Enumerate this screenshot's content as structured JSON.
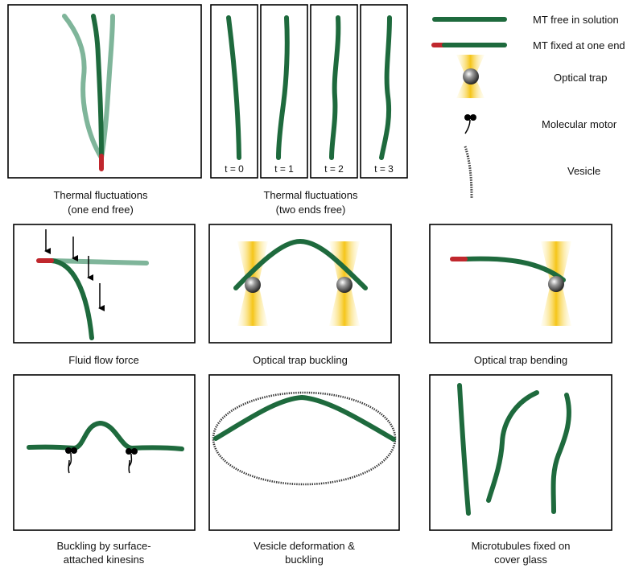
{
  "legend": {
    "mt_free": "MT free in solution",
    "mt_fixed": "MT fixed at one end",
    "optical_trap": "Optical trap",
    "molecular_motor": "Molecular motor",
    "vesicle": "Vesicle"
  },
  "panels": {
    "thermal_one_end": {
      "caption_line1": "Thermal fluctuations",
      "caption_line2": "(one end free)"
    },
    "thermal_two_ends": {
      "caption_line1": "Thermal fluctuations",
      "caption_line2": "(two ends free)",
      "time_labels": [
        "t = 0",
        "t = 1",
        "t = 2",
        "t = 3"
      ]
    },
    "fluid_flow": {
      "caption_line1": "Fluid flow force"
    },
    "trap_buckling": {
      "caption_line1": "Optical trap buckling"
    },
    "trap_bending": {
      "caption_line1": "Optical trap bending"
    },
    "surface_kinesin": {
      "caption_line1": "Buckling by surface-",
      "caption_line2": "attached kinesins"
    },
    "vesicle": {
      "caption_line1": "Vesicle deformation &",
      "caption_line2": "buckling"
    },
    "fixed_glass": {
      "caption_line1": "Microtubules fixed on",
      "caption_line2": "cover glass"
    }
  },
  "colors": {
    "microtubule": "#1e6a3d",
    "microtubule_previous": "#7fb59a",
    "fixed_end": "#c0272d",
    "trap": "#f5c518"
  }
}
